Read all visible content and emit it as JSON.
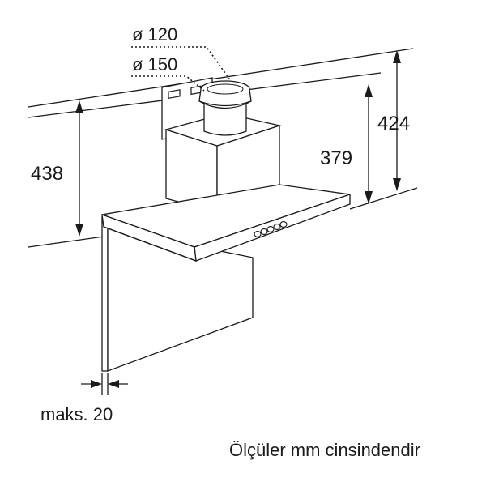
{
  "diagram": {
    "diameter_labels": {
      "d120": "ø 120",
      "d150": "ø 150"
    },
    "dimensions": {
      "height_left": "438",
      "height_right_outer": "424",
      "height_right_inner": "379",
      "max_gap": "maks. 20"
    },
    "footnote": "Ölçüler mm cinsindendir"
  }
}
